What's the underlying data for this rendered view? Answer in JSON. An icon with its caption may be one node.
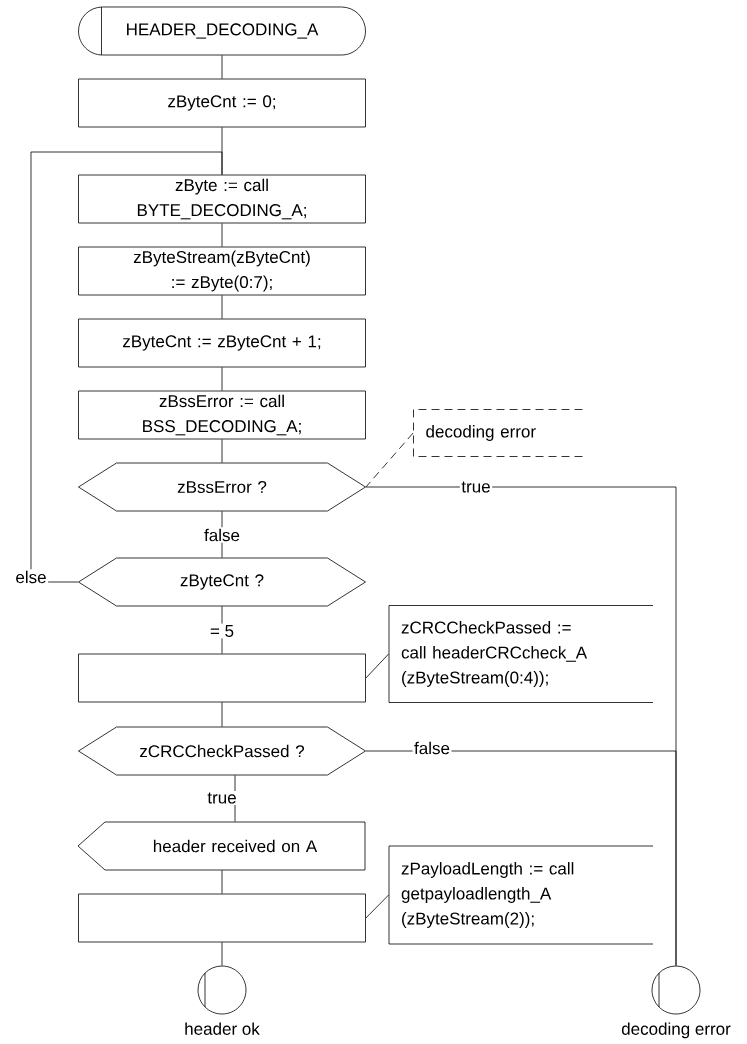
{
  "diagram": {
    "nodes": [
      {
        "text": [
          "HEADER_DECODING_A"
        ]
      },
      {
        "text": [
          "zByteCnt := 0;"
        ]
      },
      {
        "text": [
          "zByte := call BYTE_DECODING_A;"
        ]
      },
      {
        "text": [
          "zByteStream(zByteCnt) := zByte(0:7);"
        ]
      },
      {
        "text": [
          "zByteCnt := zByteCnt + 1;"
        ]
      },
      {
        "text": [
          "zBssError := call BSS_DECODING_A;"
        ]
      },
      {
        "text": [
          "zBssError ?"
        ]
      },
      {
        "text": [
          "decoding error"
        ]
      },
      {
        "text": [
          "zByteCnt ?"
        ]
      },
      {
        "text": [],
        "shape": "box"
      },
      {
        "text": [
          "zCRCCheckPassed := call headerCRCcheck_A (zByteStream(0:4));"
        ]
      },
      {
        "text": [
          "zCRCCheckPassed ?"
        ]
      },
      {
        "text": [
          "header received on A"
        ]
      },
      {
        "text": [],
        "shape": "box"
      },
      {
        "text": [
          "zPayloadLength := call getpayloadlength_A (zByteStream(2));"
        ]
      },
      {
        "text": [],
        "shape": "circle",
        "beside": [
          "header ok"
        ]
      },
      {
        "text": [],
        "shape": "circle",
        "beside": [
          "decoding error"
        ]
      }
    ],
    "edges": [
      {
        "from": 0,
        "to": 1,
        "arrow": "none"
      },
      {
        "from": 1,
        "to": 2,
        "arrow": "none"
      },
      {
        "from": 2,
        "to": 3,
        "arrow": "none"
      },
      {
        "from": 3,
        "to": 4,
        "arrow": "none"
      },
      {
        "from": 4,
        "to": 5,
        "arrow": "none"
      },
      {
        "from": 5,
        "to": 6,
        "arrow": "none"
      },
      {
        "from": 7,
        "to": 6,
        "arrow": "none",
        "style": "dashed"
      },
      {
        "from": 6,
        "to": 16,
        "arrow": "none",
        "label": "true"
      },
      {
        "from": 6,
        "to": 8,
        "arrow": "none",
        "label": "false"
      },
      {
        "from": 8,
        "to": 2,
        "arrow": "none",
        "label": "else"
      },
      {
        "from": 8,
        "to": 9,
        "arrow": "none",
        "label": "= 5"
      },
      {
        "from": 10,
        "to": 9,
        "arrow": "none"
      },
      {
        "from": 9,
        "to": 11,
        "arrow": "none"
      },
      {
        "from": 11,
        "to": 16,
        "arrow": "none",
        "label": "false"
      },
      {
        "from": 11,
        "to": 12,
        "arrow": "none",
        "label": "true"
      },
      {
        "from": 12,
        "to": 13,
        "arrow": "none"
      },
      {
        "from": 14,
        "to": 13,
        "arrow": "none"
      },
      {
        "from": 13,
        "to": 15,
        "arrow": "none"
      }
    ]
  }
}
